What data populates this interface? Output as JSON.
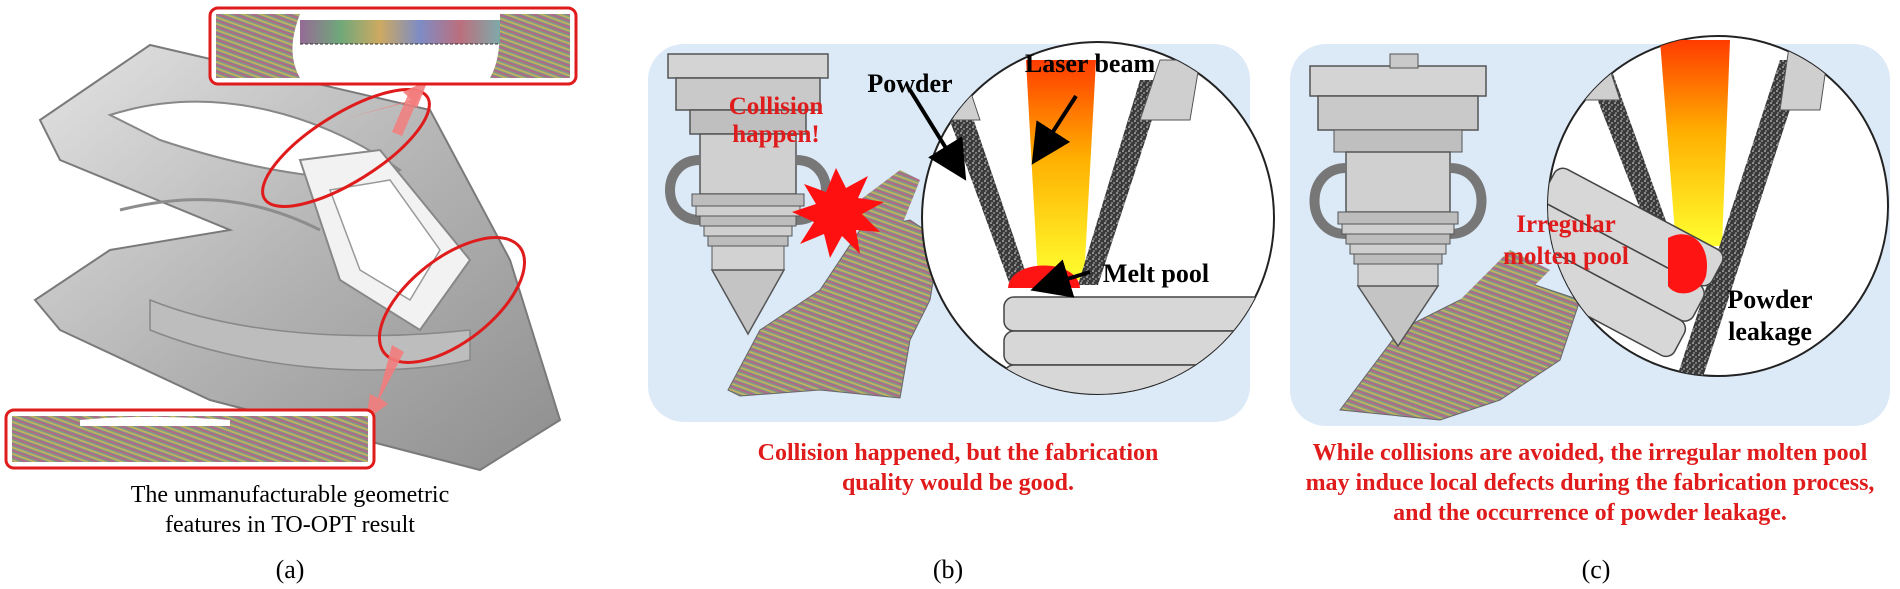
{
  "panel_a": {
    "caption_line1": "The unmanufacturable geometric",
    "caption_line2": "features in TO-OPT result",
    "label": "(a)"
  },
  "panel_b": {
    "collision_line1": "Collision",
    "collision_line2": "happen!",
    "powder": "Powder",
    "laser_beam": "Laser beam",
    "melt_pool": "Melt pool",
    "caption_line1": "Collision happened, but the fabrication",
    "caption_line2": "quality would be good.",
    "label": "(b)"
  },
  "panel_c": {
    "irregular_line1": "Irregular",
    "irregular_line2": "molten pool",
    "powder_line1": "Powder",
    "powder_line2": "leakage",
    "caption_line1": "While collisions are avoided, the irregular molten pool",
    "caption_line2": "may induce local defects during the fabrication process,",
    "caption_line3": "and the occurrence of powder leakage.",
    "label": "(c)"
  },
  "colors": {
    "panel_bg": "#dce9f7",
    "accent_red": "#e01b1b",
    "metal": "#c9c9c9"
  }
}
